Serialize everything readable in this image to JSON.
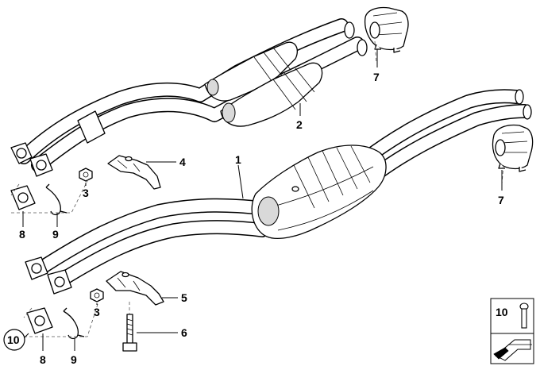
{
  "callouts": {
    "c1": "1",
    "c2": "2",
    "c3a": "3",
    "c3b": "3",
    "c4": "4",
    "c5": "5",
    "c6": "6",
    "c7a": "7",
    "c7b": "7",
    "c8a": "8",
    "c8b": "8",
    "c9a": "9",
    "c9b": "9",
    "c10": "10"
  },
  "legend": {
    "bolt_ref": "10"
  }
}
